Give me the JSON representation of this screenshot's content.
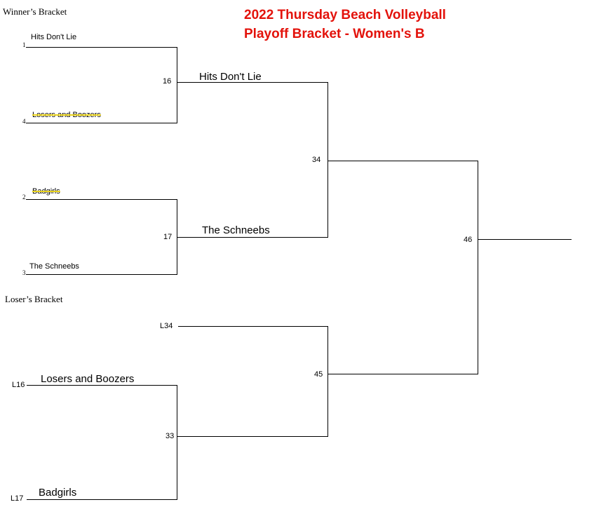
{
  "title": {
    "line1": "2022 Thursday Beach Volleyball",
    "line2": "Playoff Bracket - Women's B"
  },
  "colors": {
    "title": "#e3120b",
    "strike_highlight": "#e8d21c"
  },
  "winners_bracket": {
    "label": "Winner’s Bracket",
    "teams": [
      {
        "seed": "1",
        "name": "Hits Don't Lie",
        "eliminated": false
      },
      {
        "seed": "4",
        "name": "Losers and Boozers",
        "eliminated": true
      },
      {
        "seed": "2",
        "name": "Badgirls",
        "eliminated": true
      },
      {
        "seed": "3",
        "name": "The Schneebs",
        "eliminated": false
      }
    ],
    "matches": {
      "m16": "16",
      "m17": "17",
      "m34": "34",
      "m46": "46"
    },
    "winners": {
      "m16": "Hits Don't Lie",
      "m17": "The Schneebs"
    }
  },
  "losers_bracket": {
    "label": "Loser’s Bracket",
    "slots": [
      {
        "seed": "L34",
        "name": ""
      },
      {
        "seed": "L16",
        "name": "Losers and Boozers"
      },
      {
        "seed": "L17",
        "name": "Badgirls"
      }
    ],
    "matches": {
      "m33": "33",
      "m45": "45"
    }
  }
}
